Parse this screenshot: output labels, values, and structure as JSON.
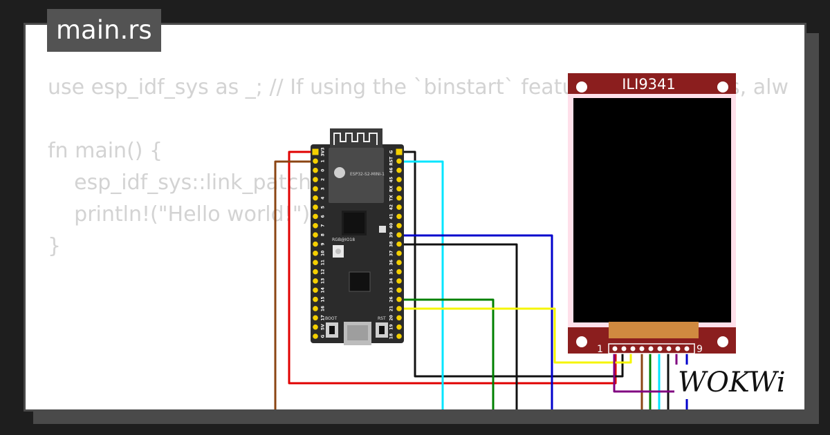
{
  "editor": {
    "tab_label": "main.rs",
    "code_lines": [
      "use esp_idf_sys as _; // If using the `binstart` feature of esp-idf-sys, alw",
      "",
      "fn main() {",
      "    esp_idf_sys::link_patches();",
      "    println!(\"Hello world!\");",
      "}"
    ]
  },
  "board": {
    "name": "ESP32-S2-MINI-1",
    "led_label": "RGB@IO18",
    "boot_label": "BOOT",
    "rst_label": "RST",
    "left_pins": [
      "3V3",
      "1",
      "0",
      "2",
      "3",
      "4",
      "5",
      "6",
      "7",
      "8",
      "9",
      "10",
      "11",
      "12",
      "13",
      "14",
      "15",
      "16",
      "17",
      "5V",
      "G"
    ],
    "right_pins": [
      "G",
      "RST",
      "46",
      "45",
      "RX",
      "TX",
      "42",
      "41",
      "40",
      "39",
      "38",
      "37",
      "36",
      "35",
      "34",
      "33",
      "26",
      "21",
      "20",
      "19",
      "18"
    ]
  },
  "display": {
    "title": "ILI9341",
    "pin_first": "1",
    "pin_last": "9"
  },
  "brand": {
    "logo": "WOKWi"
  },
  "colors": {
    "red": "#e00000",
    "brown": "#8b4513",
    "black": "#111111",
    "cyan": "#00e5ff",
    "blue": "#0000cc",
    "green": "#008000",
    "yellow": "#f5f500",
    "purple": "#800080",
    "pcb": "#8b1e1e",
    "board": "#2b2b2b"
  }
}
